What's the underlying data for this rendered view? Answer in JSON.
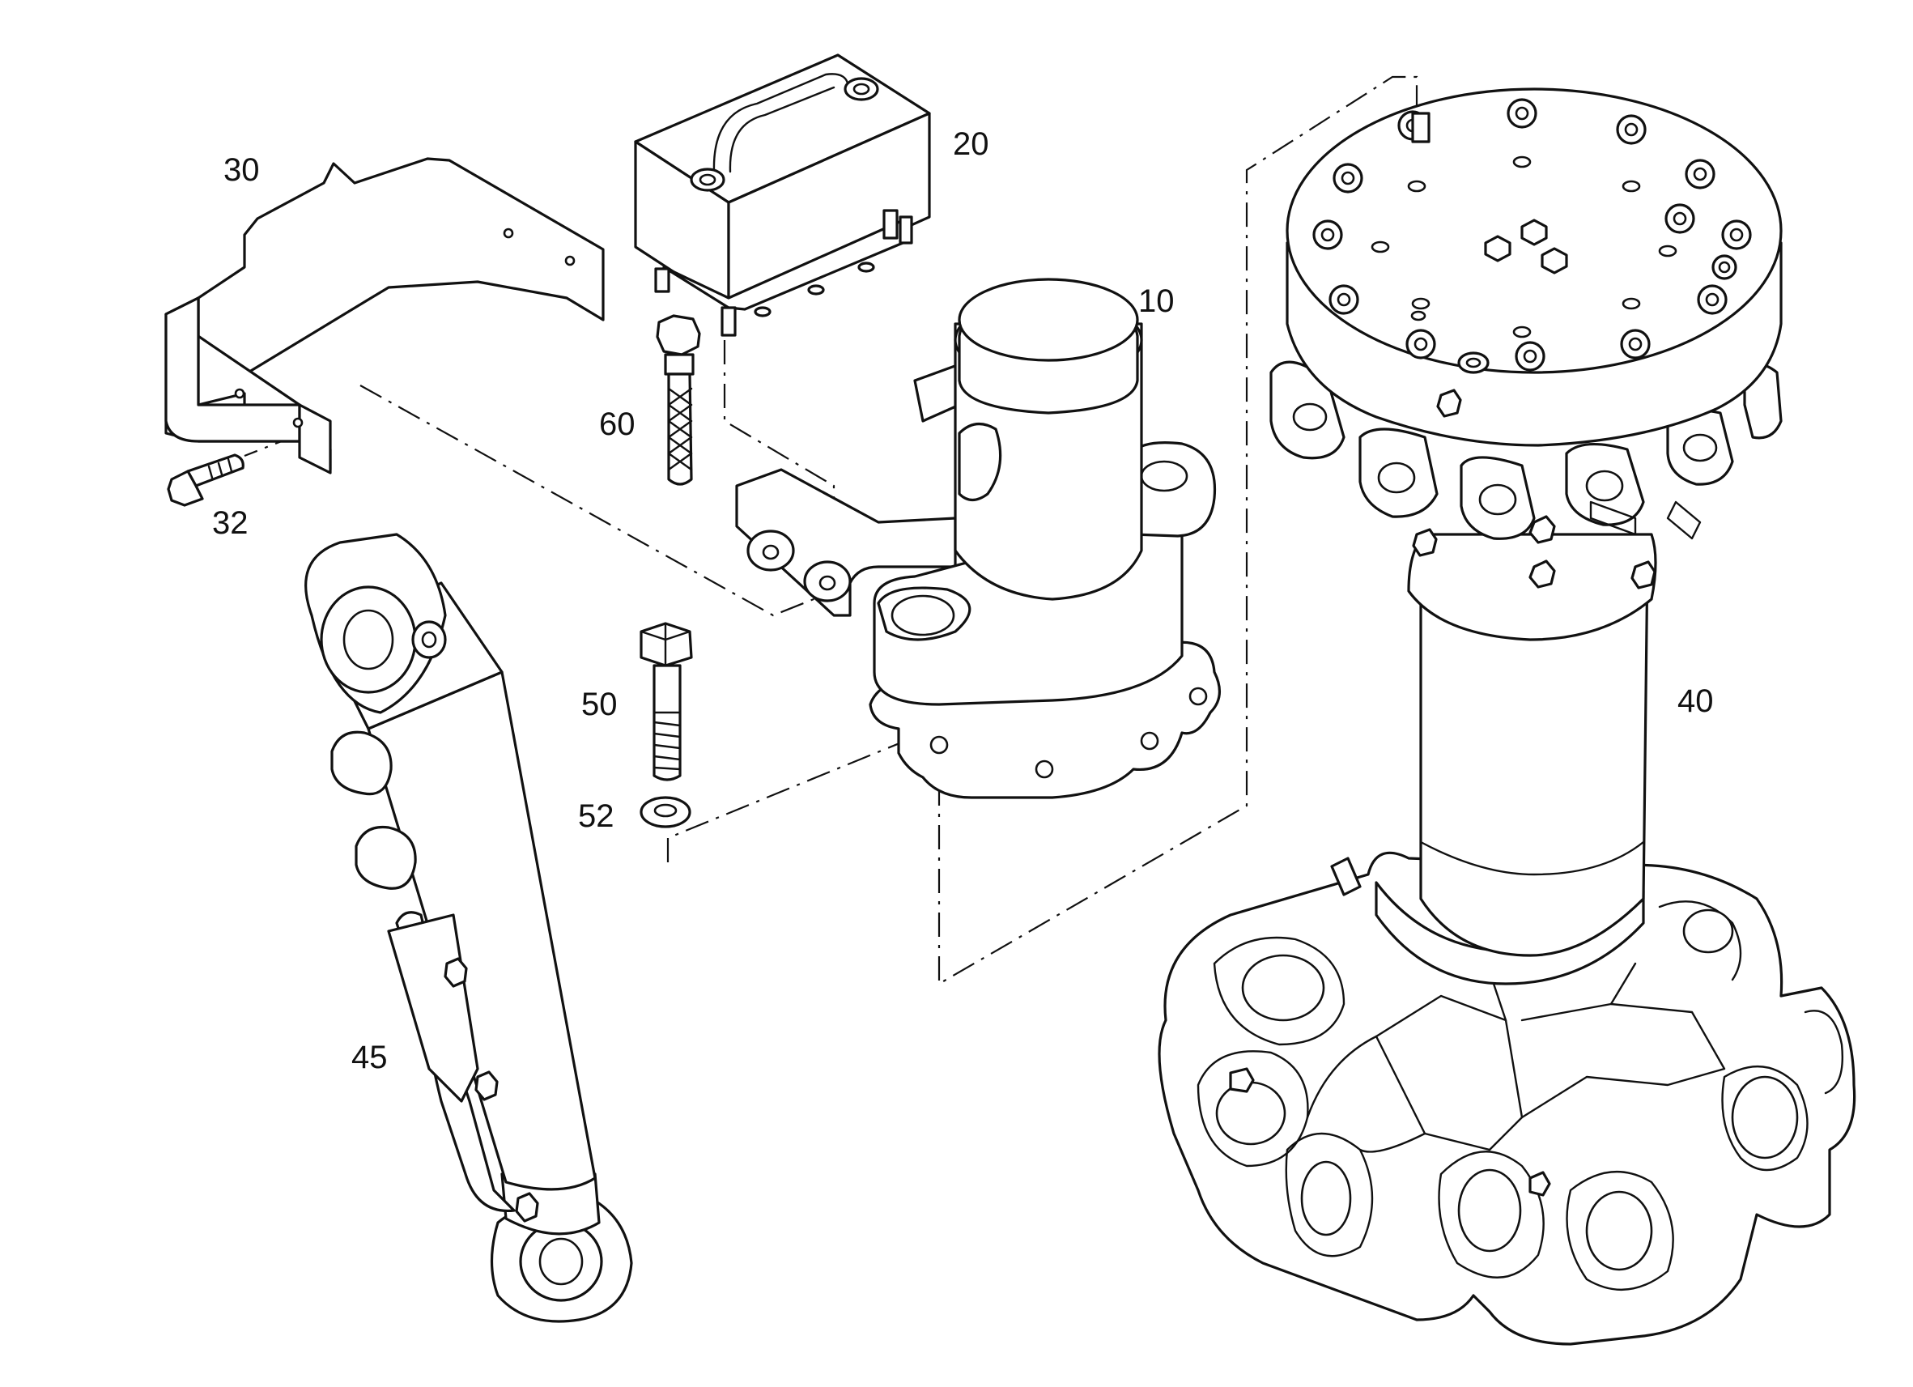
{
  "callouts": {
    "part_10": "10",
    "part_20": "20",
    "part_30": "30",
    "part_32": "32",
    "part_40": "40",
    "part_45": "45",
    "part_50": "50",
    "part_52": "52",
    "part_60": "60"
  },
  "colors": {
    "line": "#111111",
    "background": "#ffffff"
  }
}
